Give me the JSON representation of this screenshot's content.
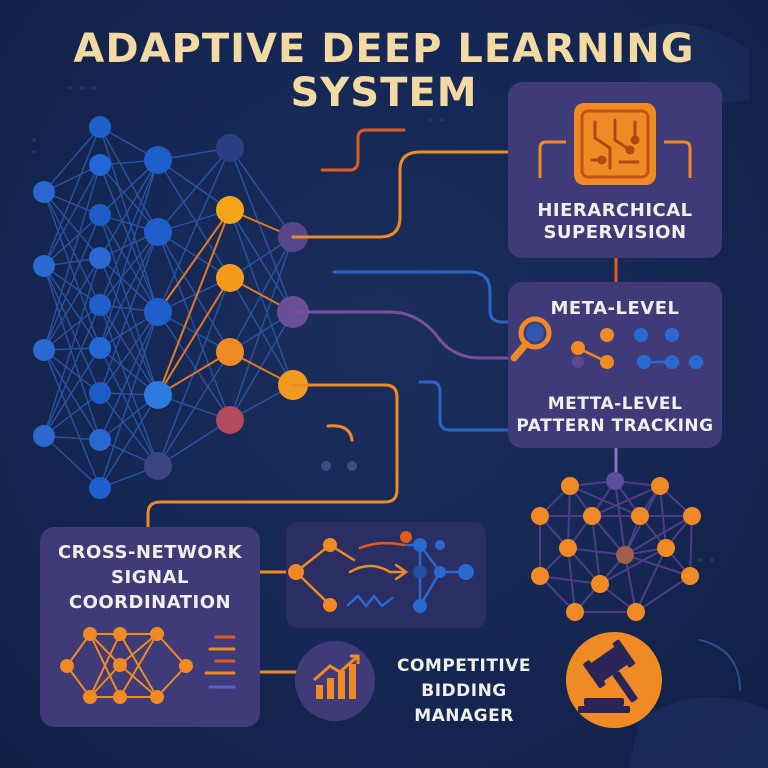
{
  "title_line1": "ADAPTIVE DEEP LEARNING",
  "title_line2": "SYSTEM",
  "boxes": {
    "hierarchical": {
      "line1": "HIERARCHICAL",
      "line2": "SUPERVISION"
    },
    "meta": {
      "heading": "META-LEVEL",
      "line1": "METTA-LEVEL",
      "line2": "PATTERN TRACKING"
    },
    "cross": {
      "line1": "CROSS-NETWORK",
      "line2": "SIGNAL",
      "line3": "COORDINATION"
    },
    "bidding": {
      "line1": "COMPETITIVE",
      "line2": "BIDDING",
      "line3": "MANAGER"
    }
  },
  "colors": {
    "background": "#13234a",
    "title": "#f3d9a2",
    "orange": "#f08a24",
    "blue": "#2a6ad0",
    "purple": "#5b4a8c",
    "panel": "#3f3a78"
  },
  "icons": [
    "circuit-chip-icon",
    "magnifier-icon",
    "growth-chart-icon",
    "gavel-icon"
  ]
}
